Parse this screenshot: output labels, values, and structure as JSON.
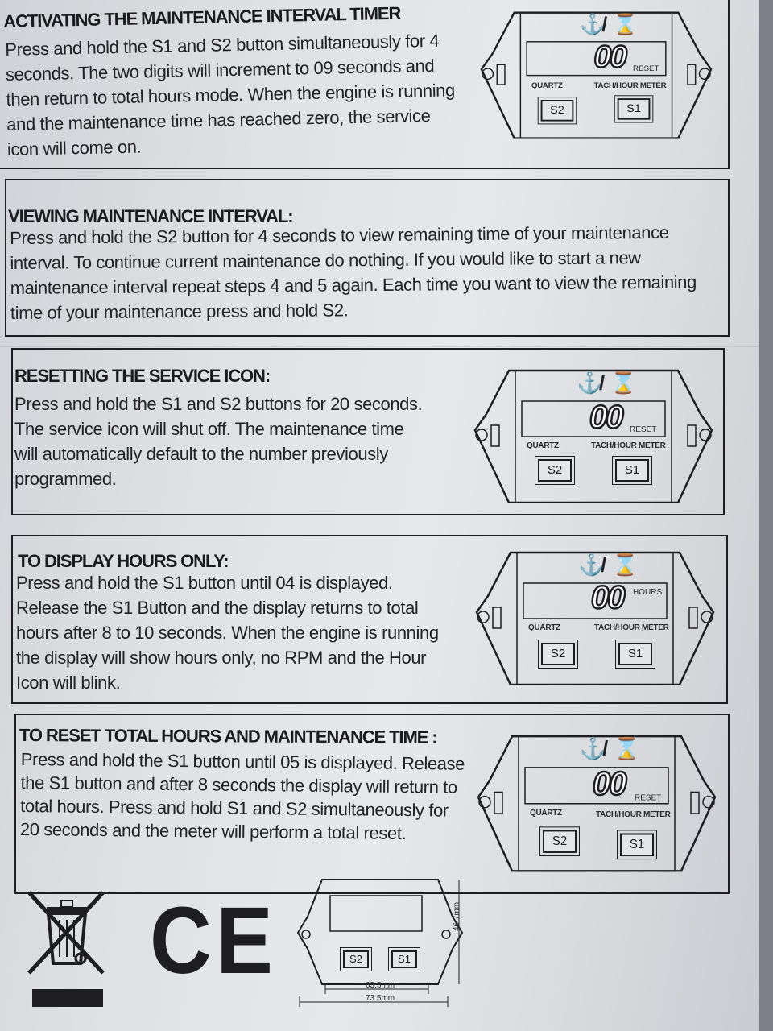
{
  "sections": [
    {
      "title": "ACTIVATING THE MAINTENANCE INTERVAL TIMER",
      "body": "Press and hold the S1 and S2 button simultaneously for 4 seconds. The two digits will increment to 09 seconds and then return to total hours mode. When the engine is running and the maintenance time has reached zero, the service icon will come on."
    },
    {
      "title": "VIEWING MAINTENANCE INTERVAL:",
      "body": "Press and hold the S2 button for 4 seconds to view remaining time of your maintenance interval. To continue current maintenance do nothing. If you would like to start a new maintenance interval repeat steps 4 and 5 again. Each time you want to view the remaining time of your maintenance press and hold S2."
    },
    {
      "title": "RESETTING THE SERVICE ICON:",
      "body": "Press and hold the S1 and S2 buttons for 20 seconds. The service icon will shut off. The maintenance time will automatically default to the number previously programmed."
    },
    {
      "title": "TO DISPLAY HOURS ONLY:",
      "body": "Press and hold the S1 button until 04 is displayed. Release the S1 Button and the display returns to total hours after 8 to 10 seconds. When the engine is running the display will show hours only, no RPM and the Hour Icon will blink."
    },
    {
      "title": "TO RESET TOTAL HOURS AND MAINTENANCE TIME :",
      "body": "Press and hold the S1 button until 05 is displayed. Release the S1 button and after 8 seconds the display will return to total hours. Press and hold S1 and S2 simultaneously for 20 seconds and the meter will perform a total reset."
    }
  ],
  "meters": [
    {
      "digits": "00",
      "unit": "RESET",
      "left_label": "QUARTZ",
      "right_label": "TACH/HOUR METER",
      "s2": "S2",
      "s1": "S1"
    },
    {
      "digits": "00",
      "unit": "RESET",
      "left_label": "QUARTZ",
      "right_label": "TACH/HOUR METER",
      "s2": "S2",
      "s1": "S1"
    },
    {
      "digits": "00",
      "unit": "HOURS",
      "left_label": "QUARTZ",
      "right_label": "TACH/HOUR METER",
      "s2": "S2",
      "s1": "S1"
    },
    {
      "digits": "00",
      "unit": "RESET",
      "left_label": "QUARTZ",
      "right_label": "TACH/HOUR METER",
      "s2": "S2",
      "s1": "S1"
    }
  ],
  "meter_symbol": "/",
  "footer": {
    "ce_mark": "CE",
    "diagram_s2": "S2",
    "diagram_s1": "S1",
    "dim_height": "46.7mm",
    "dim_inner_width": "63.5mm",
    "dim_outer_width": "73.5mm"
  }
}
